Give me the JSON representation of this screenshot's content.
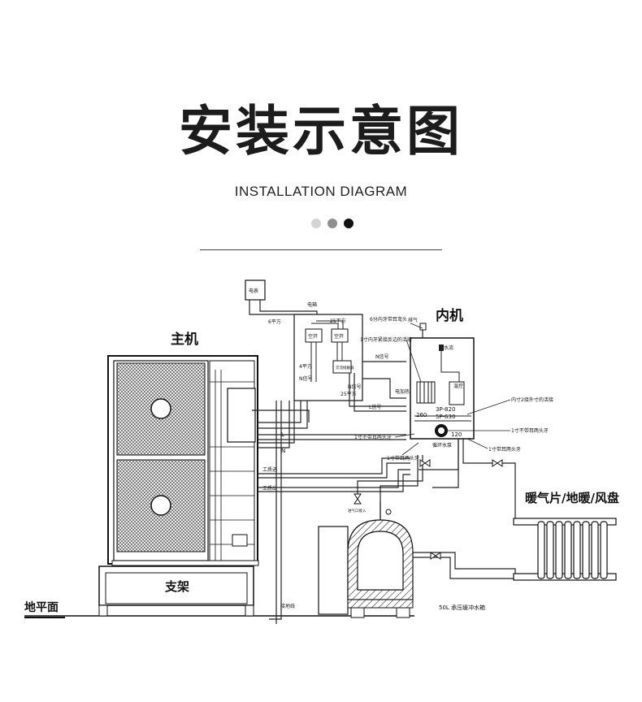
{
  "header": {
    "title": "安装示意图",
    "subtitle": "INSTALLATION DIAGRAM"
  },
  "diagram": {
    "labels": {
      "meter": "电表",
      "panel": "电箱",
      "six_sq": "6平方",
      "four_sq": "4平方",
      "n_signal": "N信号",
      "twentyfive_sq_top": "25平方",
      "twentyfive_sq_bottom": "25平方",
      "breaker1": "空开",
      "breaker2": "空开",
      "ac_contactor": "交流接触器",
      "n_signal_right": "N信号",
      "l_signal": "L信号",
      "host": "主机",
      "indoor": "内机",
      "top_fitting": "6分内牙带耳弯头",
      "exhaust": "排气",
      "water_level": "水流",
      "pipe_note": "1寸内牙紧接反边的活接",
      "n_signal_box": "N信号",
      "heater": "电加热",
      "pressure": "温控",
      "model_3p": "3P-820",
      "model_5p": "5P-630",
      "num_260": "260",
      "num_120": "120",
      "circ_pump": "循环水泵",
      "right_fitting": "内寸2接外寸的活接",
      "right_fitting2": "1寸不带耳两头牙",
      "left_fitting": "1寸不带耳两头牙",
      "left_fitting2": "1寸带耳两头牙",
      "right_fitting3": "1寸带耳两头牙",
      "wire_l": "L",
      "wire_n": "N",
      "work_in": "工质进",
      "work_out": "工质出",
      "ground_wire": "接地线",
      "radiator": "暖气片/地暖/风盘",
      "tank_inlet": "进气口接入",
      "tank": "50L 承压缓冲水箱",
      "stand": "支架",
      "ground": "地平面"
    }
  }
}
